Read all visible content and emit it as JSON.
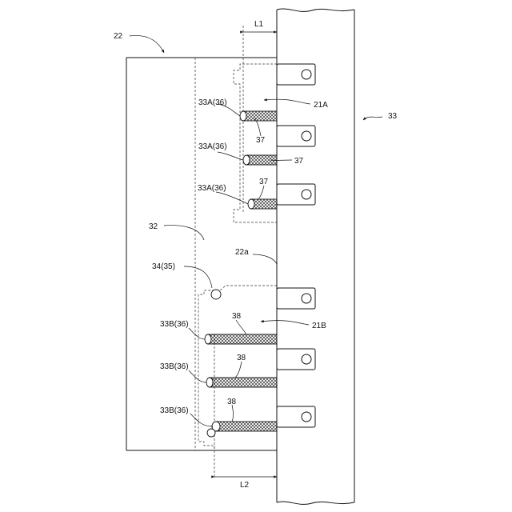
{
  "labels": {
    "frame": "22",
    "panel": "33",
    "substrate": "32",
    "edge_face": "22a",
    "group_a": "21A",
    "group_b": "21B",
    "dim_l1": "L1",
    "dim_l2": "L2",
    "connector": "34(35)",
    "wire_a1": "33A(36)",
    "wire_a2": "33A(36)",
    "wire_a3": "33A(36)",
    "wire_b1": "33B(36)",
    "wire_b2": "33B(36)",
    "wire_b3": "33B(36)",
    "sleeve_a1": "37",
    "sleeve_a2": "37",
    "sleeve_a3": "37",
    "sleeve_b1": "38",
    "sleeve_b2": "38",
    "sleeve_b3": "38"
  }
}
